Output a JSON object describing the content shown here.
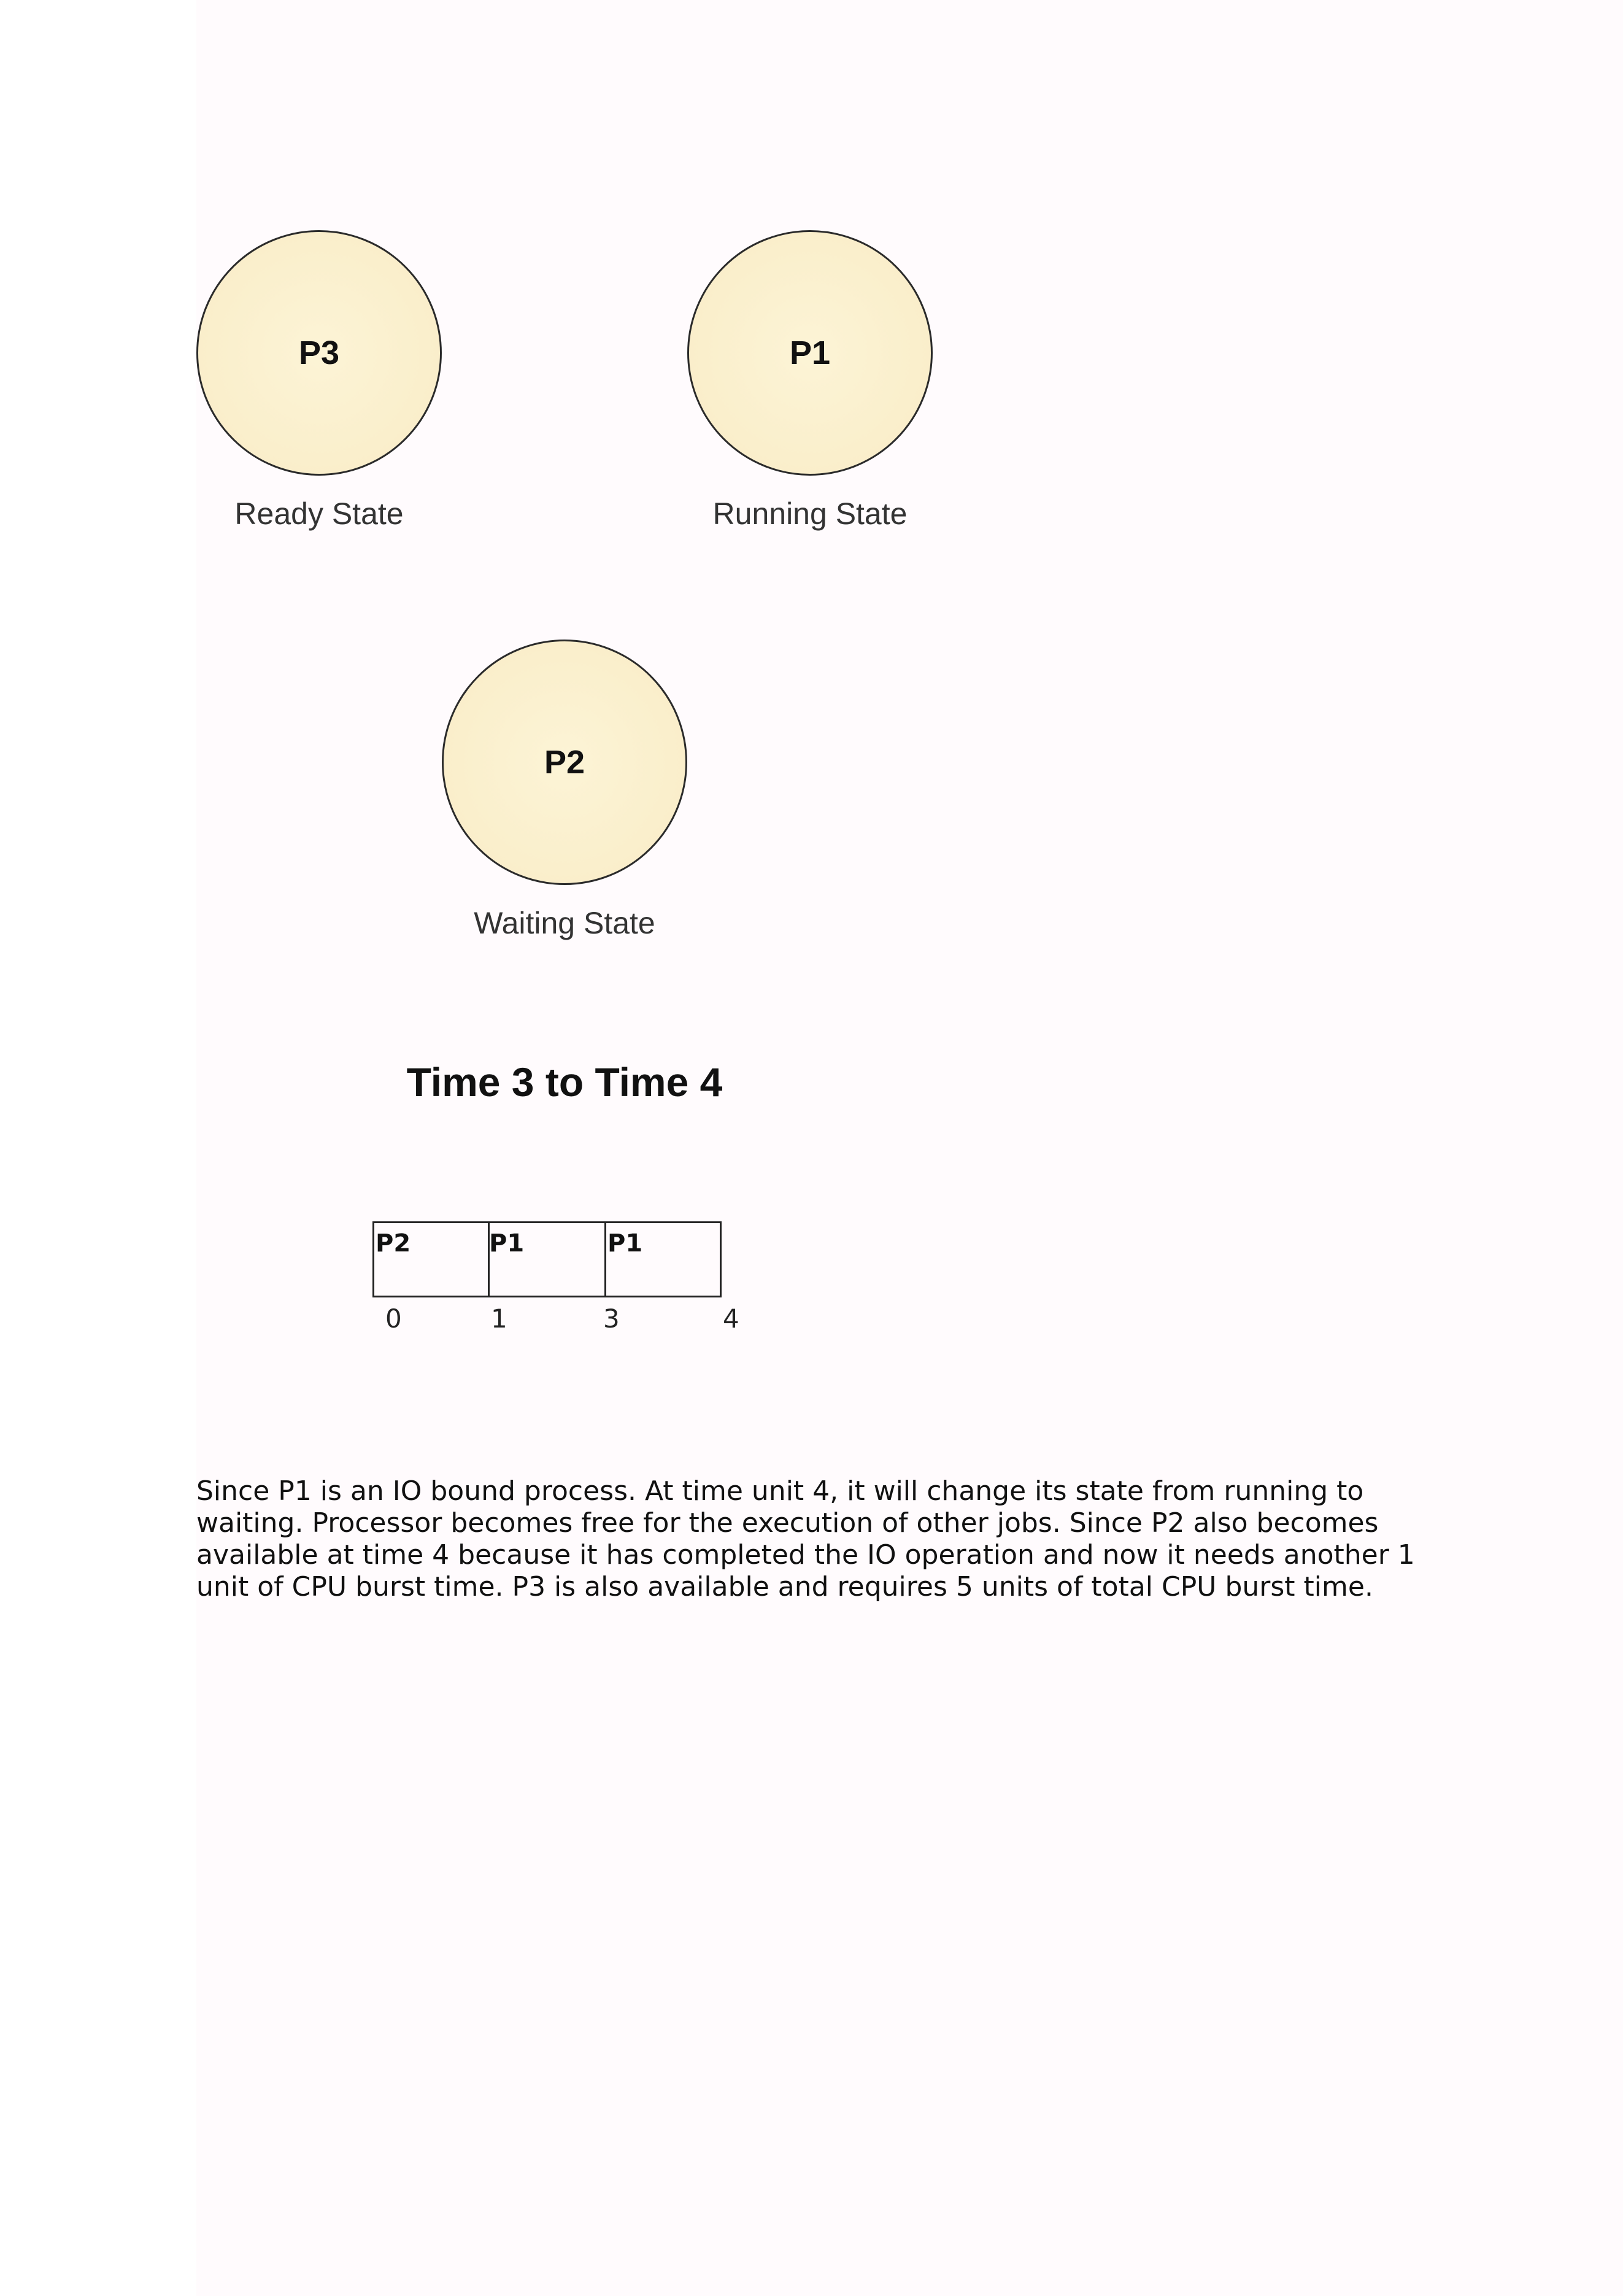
{
  "states": {
    "ready": {
      "process": "P3",
      "caption": "Ready State"
    },
    "running": {
      "process": "P1",
      "caption": "Running State"
    },
    "waiting": {
      "process": "P2",
      "caption": "Waiting State"
    }
  },
  "section_title": "Time 3 to Time 4",
  "gantt": {
    "blocks": [
      {
        "process": "P2",
        "start": 0,
        "end": 1
      },
      {
        "process": "P1",
        "start": 1,
        "end": 3
      },
      {
        "process": "P1",
        "start": 3,
        "end": 4
      }
    ],
    "ticks": [
      "0",
      "1",
      "3",
      "4"
    ]
  },
  "paragraph": "Since P1 is an IO bound process. At time unit 4, it will change its state from running to waiting. Processor becomes free for the execution of other jobs. Since P2 also becomes available at time 4 because it has completed the IO operation and now it needs another 1 unit of CPU burst time. P3 is also available and requires 5 units of total CPU burst time.",
  "colors": {
    "node_fill": "#f9ecc6",
    "node_border": "#2b2b2b"
  }
}
